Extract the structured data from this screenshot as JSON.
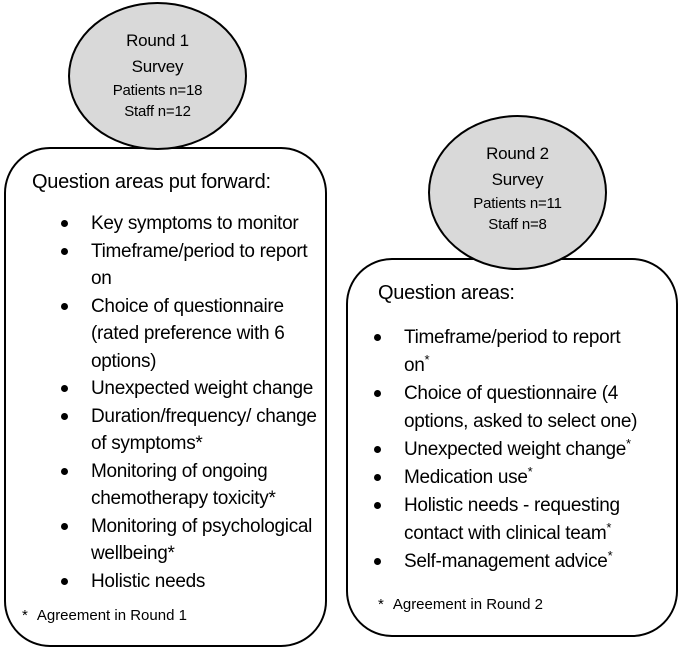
{
  "colors": {
    "circle_fill": "#d9d9d9",
    "outline": "#000000",
    "background": "#ffffff",
    "text": "#000000"
  },
  "round1": {
    "circle": {
      "title": "Round 1",
      "subtitle": "Survey",
      "patients": "Patients n=18",
      "staff": "Staff n=12"
    },
    "header": "Question areas put forward:",
    "items": [
      {
        "lines": [
          {
            "t": "Key symptoms to monitor"
          }
        ]
      },
      {
        "lines": [
          {
            "t": "Timeframe/period to report"
          },
          {
            "t": "on"
          }
        ]
      },
      {
        "lines": [
          {
            "t": "Choice of questionnaire"
          },
          {
            "t": "(rated preference with 6"
          },
          {
            "t": "options)"
          }
        ]
      },
      {
        "lines": [
          {
            "t": "Unexpected weight change"
          }
        ]
      },
      {
        "lines": [
          {
            "t": "Duration/frequency/ change"
          },
          {
            "t": "of symptoms*"
          }
        ]
      },
      {
        "lines": [
          {
            "t": "Monitoring of ongoing"
          },
          {
            "t": "chemotherapy toxicity*"
          }
        ]
      },
      {
        "lines": [
          {
            "t": "Monitoring of psychological"
          },
          {
            "t": "wellbeing*"
          }
        ]
      },
      {
        "lines": [
          {
            "t": "Holistic needs"
          }
        ]
      }
    ],
    "footnote_star": "*",
    "footnote": "Agreement in Round 1"
  },
  "round2": {
    "circle": {
      "title": "Round 2",
      "subtitle": "Survey",
      "patients": "Patients n=11",
      "staff": "Staff n=8"
    },
    "header": "Question areas:",
    "items": [
      {
        "lines": [
          {
            "t": "Timeframe/period to report"
          },
          {
            "t": "on",
            "sup": "*"
          }
        ]
      },
      {
        "lines": [
          {
            "t": "Choice of questionnaire (4"
          },
          {
            "t": "options, asked to select one)"
          }
        ]
      },
      {
        "lines": [
          {
            "t": "Unexpected weight change",
            "sup": "*"
          }
        ]
      },
      {
        "lines": [
          {
            "t": "Medication use",
            "sup": "*"
          }
        ]
      },
      {
        "lines": [
          {
            "t": "Holistic needs - requesting"
          },
          {
            "t": "contact with clinical team",
            "sup": "*"
          }
        ]
      },
      {
        "lines": [
          {
            "t": "Self-management advice",
            "sup": "*"
          }
        ]
      }
    ],
    "footnote_star": "*",
    "footnote": "Agreement in Round 2"
  }
}
